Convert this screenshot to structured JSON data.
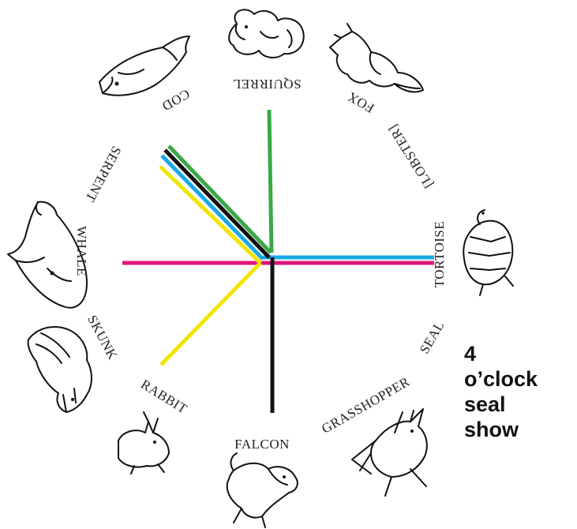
{
  "labels": {
    "squirrel": "SQUIRREL",
    "fox": "FOX",
    "lobster": "[LOBSTER]",
    "tortoise": "TORTOISE",
    "seal": "SEAL",
    "grasshopper": "GRASSHOPPER",
    "falcon": "FALCON",
    "rabbit": "RABBIT",
    "skunk": "SKUNK",
    "whale": "WHALE",
    "serpent": "SERPENT",
    "cod": "COD"
  },
  "caption": {
    "line1": "4",
    "line2": "o’clock",
    "line3": "seal",
    "line4": "show"
  },
  "colors": {
    "magenta": "#e0157a",
    "cyan": "#1aa7e8",
    "yellow": "#f4e500",
    "green": "#3aa847",
    "black": "#111111"
  }
}
